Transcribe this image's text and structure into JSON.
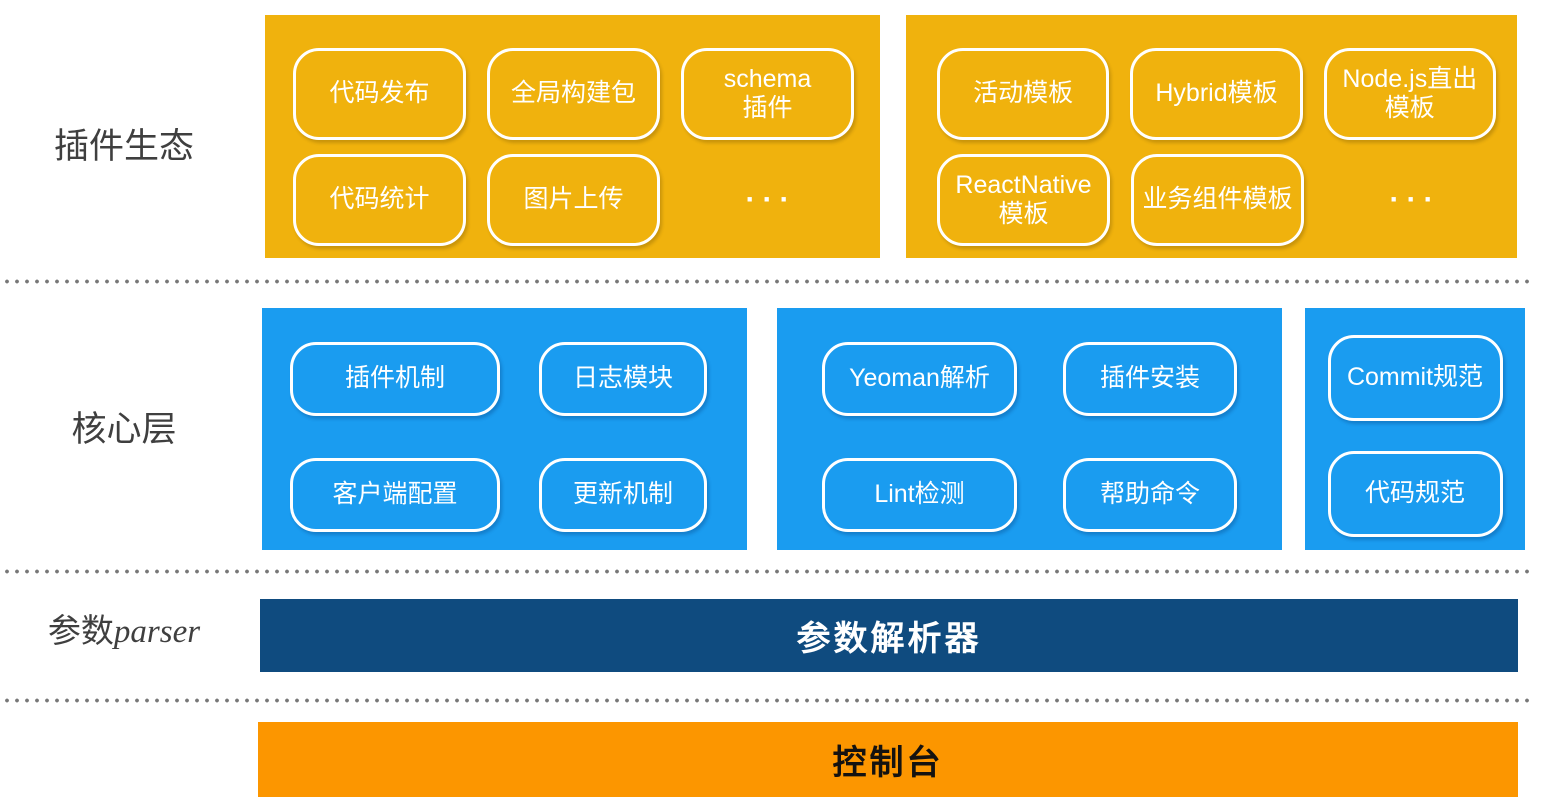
{
  "colors": {
    "ecosystem_panel": "#f0b20d",
    "core_panel": "#1a9cf0",
    "parser_bar": "#0f4b7f",
    "console_bar": "#fc9600",
    "pill_border": "#ffffff",
    "pill_text": "#ffffff",
    "label_text": "#3f3f3f",
    "separator_dot": "#787878",
    "console_text": "#141210"
  },
  "ecosystem": {
    "label": "插件生态",
    "left_panel": {
      "row1": [
        "代码发布",
        "全局构建包",
        "schema\n插件"
      ],
      "row2": [
        "代码统计",
        "图片上传"
      ],
      "more": "···"
    },
    "right_panel": {
      "row1": [
        "活动模板",
        "Hybrid模板",
        "Node.js直出\n模板"
      ],
      "row2": [
        "ReactNative\n模板",
        "业务组件模板"
      ],
      "more": "···"
    }
  },
  "core": {
    "label": "核心层",
    "panel_a": {
      "row1": [
        "插件机制",
        "日志模块"
      ],
      "row2": [
        "客户端配置",
        "更新机制"
      ]
    },
    "panel_b": {
      "row1": [
        "Yeoman解析",
        "插件安装"
      ],
      "row2": [
        "Lint检测",
        "帮助命令"
      ]
    },
    "panel_c": {
      "rows": [
        "Commit规范",
        "代码规范"
      ]
    }
  },
  "parser_layer": {
    "label_cn": "参数",
    "label_en": "parser",
    "bar_label": "参数解析器"
  },
  "console_layer": {
    "bar_label": "控制台"
  }
}
